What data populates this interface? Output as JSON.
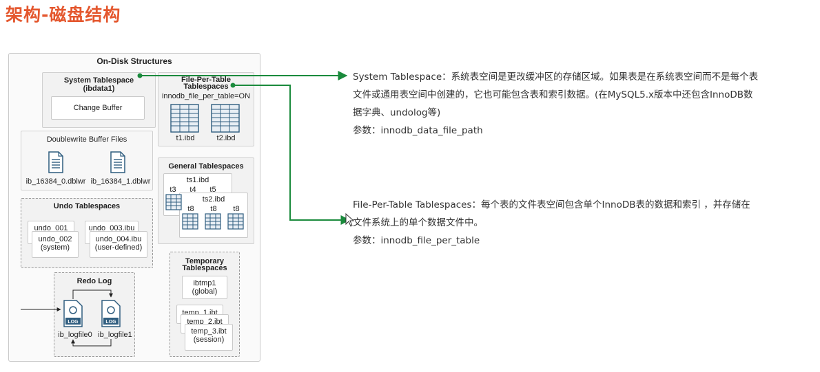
{
  "page": {
    "title": "架构-磁盘结构"
  },
  "diagram": {
    "title": "On-Disk Structures",
    "system_tablespace": {
      "title": "System Tablespace",
      "subtitle": "(ibdata1)",
      "change_buffer": "Change Buffer"
    },
    "file_per_table": {
      "title_line1": "File-Per-Table",
      "title_line2": "Tablespaces",
      "setting": "innodb_file_per_table=ON",
      "files": [
        "t1.ibd",
        "t2.ibd"
      ]
    },
    "doublewrite": {
      "title": "Doublewrite Buffer Files",
      "files": [
        "ib_16384_0.dblwr",
        "ib_16384_1.dblwr"
      ]
    },
    "general": {
      "title": "General Tablespaces",
      "ts1": "ts1.ibd",
      "ts1_tables": [
        "t3",
        "t4",
        "t5"
      ],
      "ts2": "ts2.ibd",
      "ts2_tables": [
        "t8",
        "t8",
        "t8"
      ]
    },
    "undo": {
      "title": "Undo Tablespaces",
      "u1": "undo_001",
      "u2": "undo_002",
      "u2_note": "(system)",
      "u3": "undo_003.ibu",
      "u4": "undo_004.ibu",
      "u4_note": "(user-defined)"
    },
    "redo": {
      "title": "Redo Log",
      "icon_label": "LOG",
      "files": [
        "ib_logfile0",
        "ib_logfile1"
      ]
    },
    "temporary": {
      "title_line1": "Temporary",
      "title_line2": "Tablespaces",
      "ibtmp": "ibtmp1",
      "ibtmp_note": "(global)",
      "t1": "temp_1.ibt",
      "t2": "temp_2.ibt",
      "t3": "temp_3.ibt",
      "t3_note": "(session)"
    }
  },
  "descriptions": {
    "system": {
      "lines": [
        "System Tablespace：系统表空间是更改缓冲区的存储区域。如果表是在系统表空间而不是每个表",
        "文件或通用表空间中创建的，它也可能包含表和索引数据。(在MySQL5.x版本中还包含InnoDB数",
        "据字典、undolog等)"
      ],
      "param": "参数：innodb_data_file_path"
    },
    "file_per_table": {
      "lines": [
        "File-Per-Table Tablespaces：每个表的文件表空间包含单个InnoDB表的数据和索引 ，并存储在",
        "文件系统上的单个数据文件中。"
      ],
      "param": "参数：innodb_file_per_table"
    }
  },
  "colors": {
    "title": "#e4572e",
    "connector": "#1a8a3c"
  }
}
